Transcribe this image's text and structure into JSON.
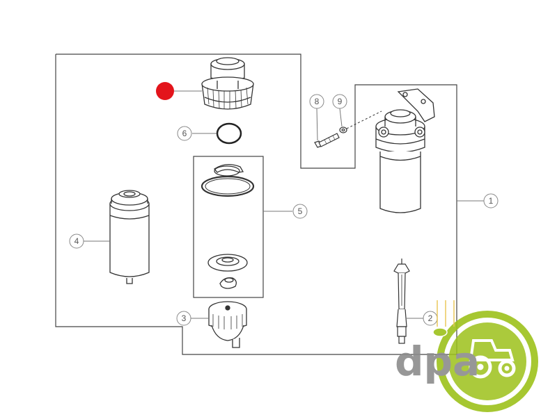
{
  "colors": {
    "line": "#333333",
    "callout": "#777777",
    "highlight": "#e3141b",
    "logo_gray": "#8c8c8c",
    "logo_green": "#9dc21b",
    "logo_yellow": "#e8c44a"
  },
  "callouts": {
    "c1": "1",
    "c2": "2",
    "c3": "3",
    "c4": "4",
    "c5": "5",
    "c6": "6",
    "c8": "8",
    "c9": "9"
  },
  "logo": {
    "text": "dpa"
  }
}
